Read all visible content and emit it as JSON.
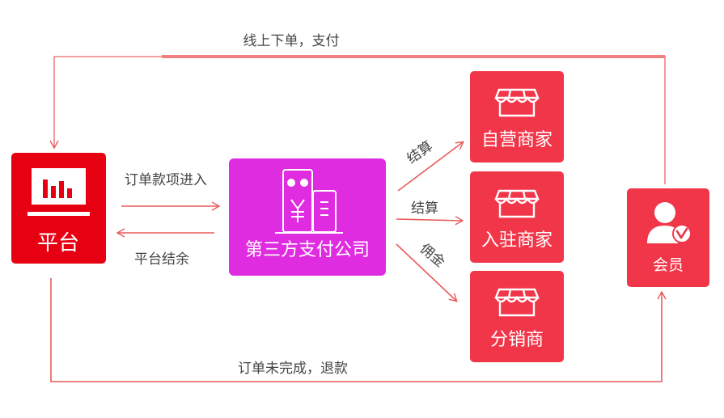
{
  "nodes": {
    "platform": "平台",
    "payment": "第三方支付公司",
    "self_merchant": "自营商家",
    "settled_merchant": "入驻商家",
    "distributor": "分销商",
    "member": "会员"
  },
  "edges": {
    "online_order": "线上下单，支付",
    "order_payment_in": "订单款项进入",
    "platform_balance": "平台结余",
    "settle_1": "结算",
    "settle_2": "结算",
    "commission": "佣金",
    "refund": "订单未完成，退款"
  },
  "colors": {
    "platform": "#e60012",
    "payment": "#e02ce0",
    "merchant": "#f23649",
    "line": "#e95a5a",
    "topline": "#f08080"
  },
  "icons": {
    "platform": "bar-chart-monitor-icon",
    "payment": "yen-building-icon",
    "merchant": "storefront-icon",
    "member": "verified-user-icon"
  }
}
